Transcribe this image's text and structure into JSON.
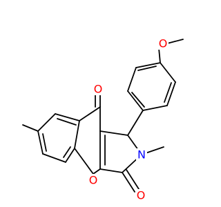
{
  "structure": {
    "atom_labels": {
      "o_methoxy": "O",
      "o_ketone": "O",
      "o_ring": "O",
      "n_lactam": "N",
      "o_lactam": "O"
    },
    "colors": {
      "bond": "#000000",
      "oxygen": "#ff0000",
      "nitrogen": "#0000ff",
      "background": "#ffffff"
    }
  }
}
